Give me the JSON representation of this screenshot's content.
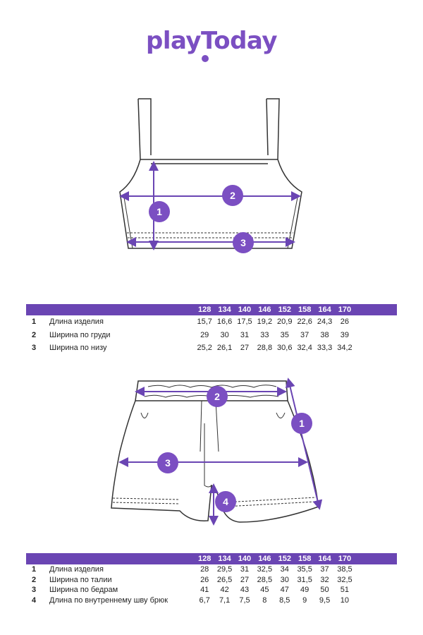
{
  "brand": {
    "name": "playToday"
  },
  "colors": {
    "accent": "#6a45b3",
    "brand": "#7b4fc2",
    "line": "#333333"
  },
  "top": {
    "markers": [
      "1",
      "2",
      "3"
    ],
    "table": {
      "sizes": [
        "128",
        "134",
        "140",
        "146",
        "152",
        "158",
        "164",
        "170"
      ],
      "rows": [
        {
          "num": "1",
          "label": "Длина изделия",
          "values": [
            "15,7",
            "16,6",
            "17,5",
            "19,2",
            "20,9",
            "22,6",
            "24,3",
            "26"
          ]
        },
        {
          "num": "2",
          "label": "Ширина по груди",
          "values": [
            "29",
            "30",
            "31",
            "33",
            "35",
            "37",
            "38",
            "39"
          ]
        },
        {
          "num": "3",
          "label": "Ширина по низу",
          "values": [
            "25,2",
            "26,1",
            "27",
            "28,8",
            "30,6",
            "32,4",
            "33,3",
            "34,2"
          ]
        }
      ]
    }
  },
  "shorts": {
    "markers": [
      "1",
      "2",
      "3",
      "4"
    ],
    "table": {
      "sizes": [
        "128",
        "134",
        "140",
        "146",
        "152",
        "158",
        "164",
        "170"
      ],
      "rows": [
        {
          "num": "1",
          "label": "Длина изделия",
          "values": [
            "28",
            "29,5",
            "31",
            "32,5",
            "34",
            "35,5",
            "37",
            "38,5"
          ]
        },
        {
          "num": "2",
          "label": "Ширина по талии",
          "values": [
            "26",
            "26,5",
            "27",
            "28,5",
            "30",
            "31,5",
            "32",
            "32,5"
          ]
        },
        {
          "num": "3",
          "label": "Ширина по бедрам",
          "values": [
            "41",
            "42",
            "43",
            "45",
            "47",
            "49",
            "50",
            "51"
          ]
        },
        {
          "num": "4",
          "label": "Длина по внутреннему шву брюк",
          "values": [
            "6,7",
            "7,1",
            "7,5",
            "8",
            "8,5",
            "9",
            "9,5",
            "10"
          ]
        }
      ]
    }
  }
}
